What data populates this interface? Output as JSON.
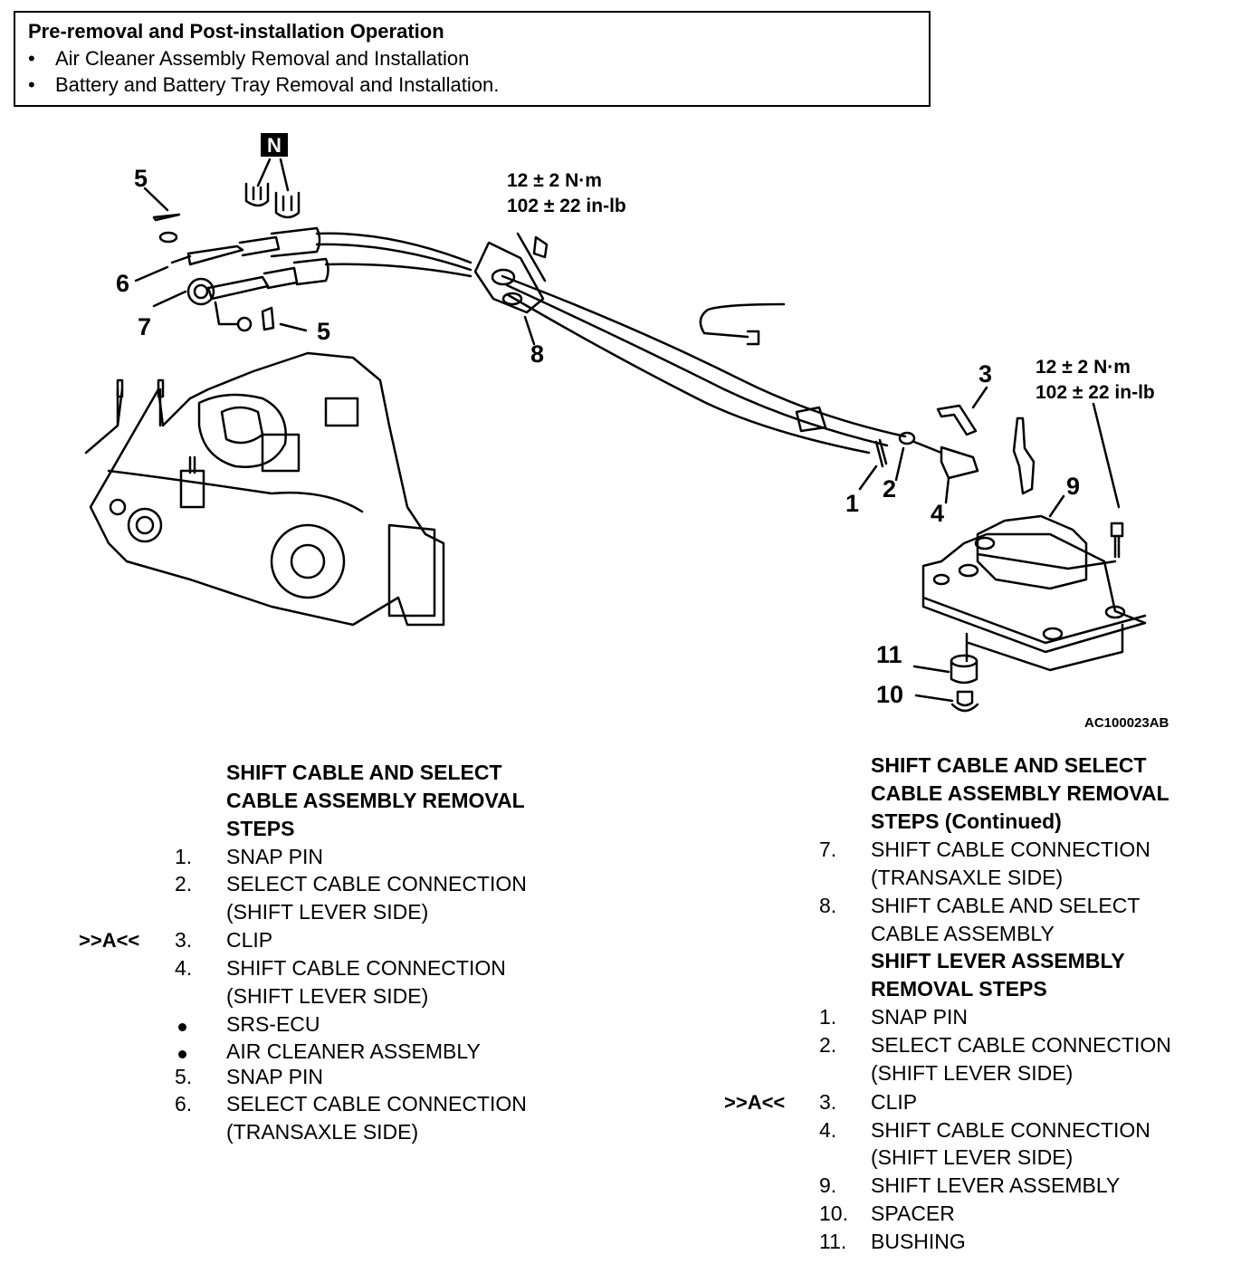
{
  "pre_operation": {
    "title": "Pre-removal and Post-installation Operation",
    "items": [
      "Air Cleaner Assembly Removal and Installation",
      "Battery and Battery Tray Removal and Installation."
    ]
  },
  "diagram": {
    "marker_n": "N",
    "callouts": {
      "c5a": "5",
      "c6": "6",
      "c7": "7",
      "c5b": "5",
      "c8": "8",
      "c3": "3",
      "c2": "2",
      "c1": "1",
      "c4": "4",
      "c9": "9",
      "c11": "11",
      "c10": "10"
    },
    "torque_1": {
      "nm": "12 ± 2 N·m",
      "inlb": "102 ± 22 in-lb"
    },
    "torque_2": {
      "nm": "12 ± 2 N·m",
      "inlb": "102 ± 22 in-lb"
    },
    "figure_code": "AC100023AB"
  },
  "left_steps": {
    "heading": [
      "SHIFT CABLE AND SELECT",
      "CABLE ASSEMBLY REMOVAL",
      "STEPS"
    ],
    "rows": {
      "r1": {
        "num": "1.",
        "text": "SNAP PIN"
      },
      "r2": {
        "num": "2.",
        "text": "SELECT CABLE CONNECTION",
        "text2": "(SHIFT LEVER SIDE)"
      },
      "r3": {
        "mark": ">>A<<",
        "num": "3.",
        "text": "CLIP"
      },
      "r4": {
        "num": "4.",
        "text": "SHIFT CABLE CONNECTION",
        "text2": "(SHIFT LEVER SIDE)"
      },
      "r_srs": {
        "text": "SRS-ECU"
      },
      "r_air": {
        "text": "AIR CLEANER ASSEMBLY"
      },
      "r5": {
        "num": "5.",
        "text": "SNAP PIN"
      },
      "r6": {
        "num": "6.",
        "text": "SELECT CABLE CONNECTION",
        "text2": "(TRANSAXLE SIDE)"
      }
    }
  },
  "right_steps": {
    "heading": [
      "SHIFT CABLE AND SELECT",
      "CABLE ASSEMBLY REMOVAL",
      "STEPS (Continued)"
    ],
    "rows": {
      "r7": {
        "num": "7.",
        "text": "SHIFT CABLE CONNECTION",
        "text2": "(TRANSAXLE SIDE)"
      },
      "r8": {
        "num": "8.",
        "text": "SHIFT CABLE AND SELECT",
        "text2": "CABLE ASSEMBLY"
      }
    },
    "heading2": [
      "SHIFT LEVER ASSEMBLY",
      "REMOVAL STEPS"
    ],
    "rows2": {
      "r1": {
        "num": "1.",
        "text": "SNAP PIN"
      },
      "r2": {
        "num": "2.",
        "text": "SELECT CABLE CONNECTION",
        "text2": "(SHIFT LEVER SIDE)"
      },
      "r3": {
        "mark": ">>A<<",
        "num": "3.",
        "text": "CLIP"
      },
      "r4": {
        "num": "4.",
        "text": "SHIFT CABLE CONNECTION",
        "text2": "(SHIFT LEVER SIDE)"
      },
      "r9": {
        "num": "9.",
        "text": "SHIFT LEVER ASSEMBLY"
      },
      "r10": {
        "num": "10.",
        "text": "SPACER"
      },
      "r11": {
        "num": "11.",
        "text": "BUSHING"
      }
    }
  }
}
